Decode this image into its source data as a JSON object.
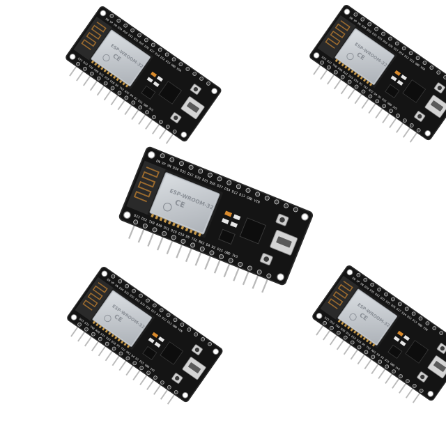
{
  "photo": {
    "background": "#ffffff",
    "subject": "ESP32 development board",
    "board_count": 5,
    "colors": {
      "pcb": "#141414",
      "pcb_edge": "#2b2b2b",
      "shield": "#c7cbd0",
      "antenna_pad": "#9c6b2e",
      "header_pin": "#b9b9b9",
      "usb_port": "#d4d4d4",
      "led": "#d98a2c"
    }
  },
  "boards": [
    {
      "id": "board-top-left",
      "silk_pins": "EN VP VN D34 D35 D32 D33 D25 D26 D27 D14 D12 D13 GND VIN",
      "silk_pins_2": "D23 D22 TX0 RX0 D21 D19 D18 D5 TX2 RX2 D4 D2 D15 GND 3V3",
      "shield_text": "ESP-WROOM-32"
    },
    {
      "id": "board-top-right",
      "silk_pins": "EN VP VN D34 D35 D32 D33 D25 D26 D27 D14 D12 D13 GND VIN",
      "silk_pins_2": "D23 D22 TX0 RX0 D21 D19 D18 D5 TX2 RX2 D4 D2 D15 GND 3V3",
      "shield_text": "ESP-WROOM-32"
    },
    {
      "id": "board-center",
      "silk_pins": "EN VP VN D34 D35 D32 D33 D25 D26 D27 D14 D12 D13 GND VIN",
      "silk_pins_2": "D23 D22 TX0 RX0 D21 D19 D18 D5 TX2 RX2 D4 D2 D15 GND 3V3",
      "shield_text": "ESP-WROOM-32"
    },
    {
      "id": "board-bottom-left",
      "silk_pins": "EN VP VN D34 D35 D32 D33 D25 D26 D27 D14 D12 D13 GND VIN",
      "silk_pins_2": "D23 D22 TX0 RX0 D21 D19 D18 D5 TX2 RX2 D4 D2 D15 GND 3V3",
      "shield_text": "ESP-WROOM-32"
    },
    {
      "id": "board-bottom-right",
      "silk_pins": "EN VP VN D34 D35 D32 D33 D25 D26 D27 D14 D12 D13 GND VIN",
      "silk_pins_2": "D23 D22 TX0 RX0 D21 D19 D18 D5 TX2 RX2 D4 D2 D15 GND 3V3",
      "shield_text": "ESP-WROOM-32"
    }
  ]
}
